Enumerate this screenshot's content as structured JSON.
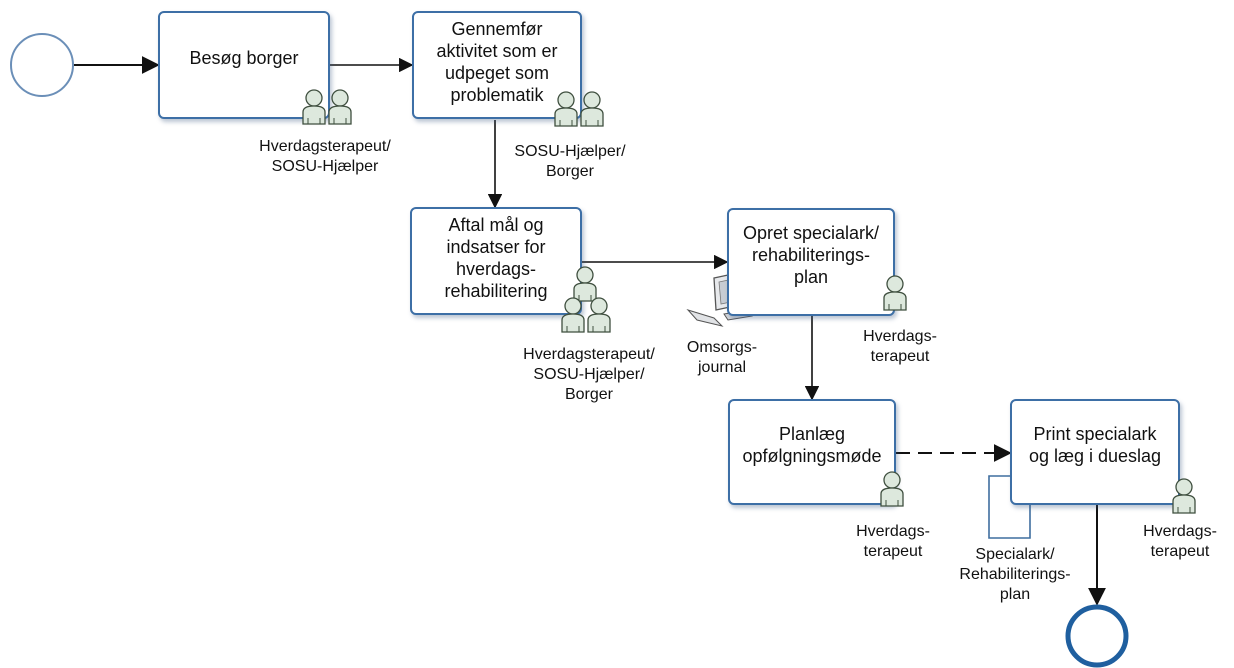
{
  "colors": {
    "border": "#3d6fa6",
    "line": "#111111",
    "end_stroke": "#1f5f9f"
  },
  "tasks": {
    "besog": "Besøg borger",
    "gennemfor": "Gennemfør\naktivitet som er\nudpeget som\nproblematik",
    "aftal": "Aftal mål og\nindsatser for\nhverdags-\nrehabilitering",
    "opret": "Opret specialark/\nrehabiliterings-\nplan",
    "planlaeg": "Planlæg\nopfølgningsmøde",
    "print": "Print specialark\nog læg i dueslag"
  },
  "roles": {
    "besog": "Hverdagsterapeut/\nSOSU-Hjælper",
    "gennemfor": "SOSU-Hjælper/\nBorger",
    "aftal": "Hverdagsterapeut/\nSOSU-Hjælper/\nBorger",
    "opret": "Hverdags-\nterapeut",
    "planlaeg": "Hverdags-\nterapeut",
    "print": "Hverdags-\nterapeut"
  },
  "artifacts": {
    "system": "Omsorgs-\njournal",
    "document": "Specialark/\nRehabiliterings-\nplan"
  },
  "icons": {
    "start_event": "start-event-icon",
    "end_event": "end-event-icon",
    "person_pair": "people-icon",
    "person_single": "person-icon",
    "computer": "computer-icon",
    "document": "document-icon"
  }
}
